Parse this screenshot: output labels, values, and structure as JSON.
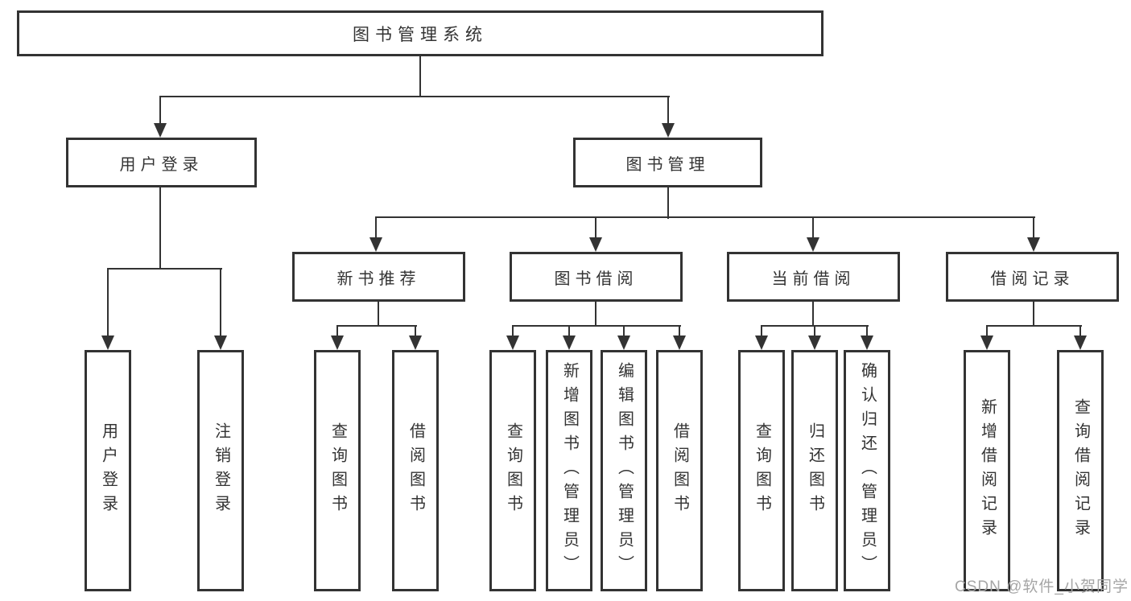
{
  "nodes": {
    "root": "图书管理系统",
    "user_login": "用户登录",
    "book_management": "图书管理",
    "new_book_recommend": "新书推荐",
    "book_borrow": "图书借阅",
    "current_borrow": "当前借阅",
    "borrow_records": "借阅记录",
    "leaf_user_login": "用户登录",
    "leaf_logout": "注销登录",
    "leaf_recommend_query_books": "查询图书",
    "leaf_recommend_borrow_books": "借阅图书",
    "leaf_borrow_query_books": "查询图书",
    "leaf_borrow_add_books_admin": "新增图书（管理员）",
    "leaf_borrow_edit_books_admin": "编辑图书（管理员）",
    "leaf_borrow_borrow_books": "借阅图书",
    "leaf_current_query_books": "查询图书",
    "leaf_current_return_books": "归还图书",
    "leaf_current_confirm_return_admin": "确认归还（管理员）",
    "leaf_records_add_record": "新增借阅记录",
    "leaf_records_query_record": "查询借阅记录"
  },
  "watermark": "CSDN @软件_小贺同学",
  "colors": {
    "line": "#333333",
    "text": "#333333",
    "background": "#ffffff",
    "watermark": "#a6a6a6"
  }
}
